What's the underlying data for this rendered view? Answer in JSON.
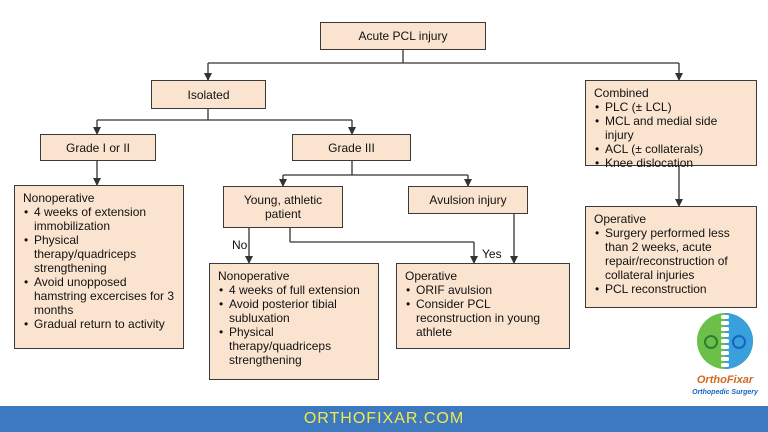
{
  "nodes": {
    "root": "Acute PCL injury",
    "isolated": "Isolated",
    "grade12": "Grade I or II",
    "grade3": "Grade III",
    "young": "Young, athletic patient",
    "avulsion": "Avulsion injury",
    "nonop1": {
      "title": "Nonoperative",
      "items": [
        "4 weeks of extension immobilization",
        "Physical therapy/quadriceps strengthening",
        "Avoid unopposed hamstring excercises for 3 months",
        "Gradual return to activity"
      ]
    },
    "nonop2": {
      "title": "Nonoperative",
      "items": [
        "4 weeks of full extension",
        "Avoid posterior tibial subluxation",
        "Physical therapy/quadriceps strengthening"
      ]
    },
    "op1": {
      "title": "Operative",
      "items": [
        "ORIF avulsion",
        "Consider PCL reconstruction in young athlete"
      ]
    },
    "combined": {
      "title": "Combined",
      "items": [
        "PLC (± LCL)",
        "MCL and medial side injury",
        "ACL (± collaterals)",
        "Knee dislocation"
      ]
    },
    "op2": {
      "title": "Operative",
      "items": [
        "Surgery performed less than 2 weeks, acute repair/reconstruction of collateral injuries",
        "PCL reconstruction"
      ]
    }
  },
  "edge_labels": {
    "no": "No",
    "yes": "Yes"
  },
  "logo": {
    "name": "OrthoFixar",
    "subtitle": "Orthopedic Surgery"
  },
  "footer": {
    "text": "ORTHOFIXAR.COM"
  },
  "colors": {
    "box_fill": "#fbe4cf",
    "box_border": "#3a3a3a",
    "footer_bg": "#3d79c0",
    "footer_text": "#f3ea4a",
    "logo_green": "#6cc04a",
    "logo_blue": "#3aa0dc",
    "logo_brand": "#d2691e"
  }
}
